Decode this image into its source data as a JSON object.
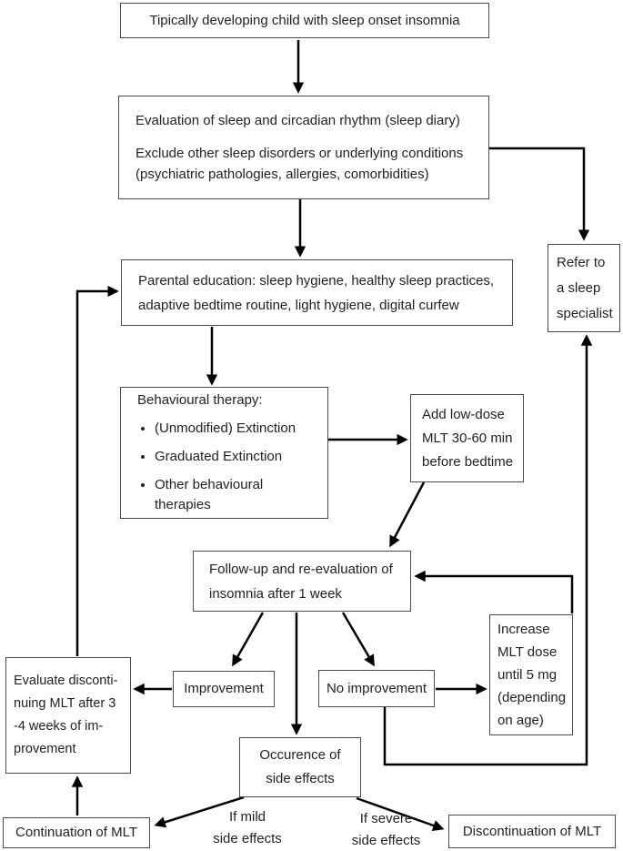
{
  "figure": {
    "type": "clinical-decision-flowchart"
  },
  "colors": {
    "background": "#ffffff",
    "box_border": "#4a4a4a",
    "arrow": "#000000",
    "text": "#222222"
  },
  "boxes": {
    "start": "Tipically developing child with sleep onset insomnia",
    "evaluation": {
      "line1": "Evaluation of sleep and circadian rhythm (sleep diary)",
      "line2": "Exclude other sleep disorders or underlying conditions\n(psychiatric pathologies, allergies, comorbidities)"
    },
    "parental": "Parental education: sleep hygiene, healthy sleep practices,\nadaptive bedtime routine, light hygiene, digital curfew",
    "refer": "Refer to\na sleep\nspecialist",
    "behavioural": {
      "title": "Behavioural therapy:",
      "items": [
        "(Unmodified) Extinction",
        "Graduated Extinction",
        "Other behavioural therapies"
      ]
    },
    "add_mlt": "Add low-dose\nMLT 30-60 min\nbefore bedtime",
    "followup": "Follow-up and re-evaluation of\ninsomnia after 1 week",
    "improvement": "Improvement",
    "no_improvement": "No improvement",
    "increase_mlt": "Increase\nMLT dose\nuntil 5 mg\n(depending\non age)",
    "evaluate_discontinuing": "Evaluate disconti-\nnuing MLT after 3\n-4 weeks of im-\nprovement",
    "side_effects": "Occurence of\nside effects",
    "continuation": "Continuation of MLT",
    "discontinuation": "Discontinuation of MLT"
  },
  "labels": {
    "mild": "If mild\nside effects",
    "severe": "If severe\nside effects"
  }
}
